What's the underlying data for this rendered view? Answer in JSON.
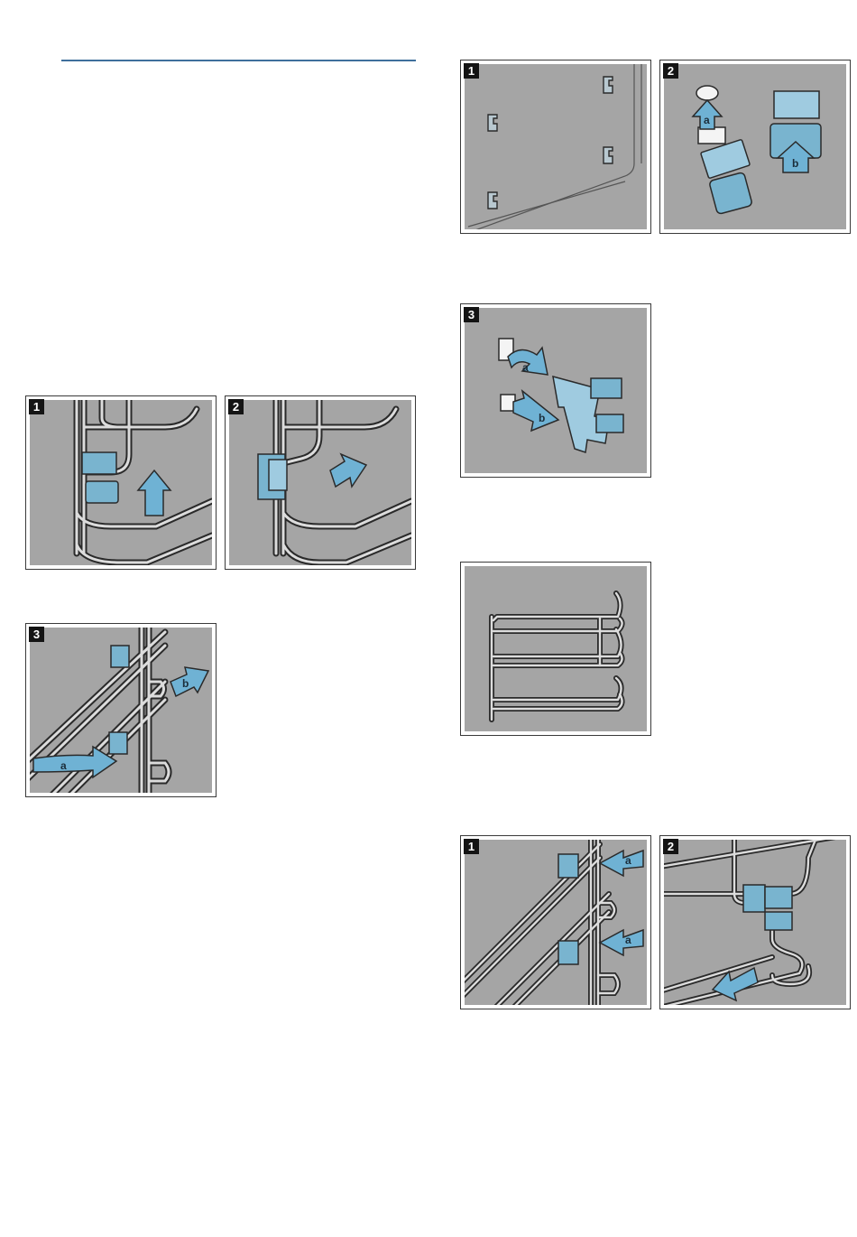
{
  "left_column": {
    "figures": [
      {
        "step": "1",
        "arrow_labels": []
      },
      {
        "step": "2",
        "arrow_labels": []
      },
      {
        "step": "3",
        "arrow_labels": [
          "a",
          "b"
        ]
      }
    ]
  },
  "right_column": {
    "figures": [
      {
        "step": "1",
        "arrow_labels": []
      },
      {
        "step": "2",
        "arrow_labels": [
          "a",
          "b"
        ]
      },
      {
        "step": "3",
        "arrow_labels": [
          "a",
          "b"
        ]
      },
      {
        "step": "",
        "arrow_labels": []
      },
      {
        "step": "1",
        "arrow_labels": [
          "a",
          "a"
        ]
      },
      {
        "step": "2",
        "arrow_labels": []
      }
    ]
  },
  "colors": {
    "panel_bg": "#a5a5a5",
    "clip_blue": "#79b4cf",
    "arrow_blue": "#6fb2d4",
    "rule": "#3f6f9c"
  }
}
